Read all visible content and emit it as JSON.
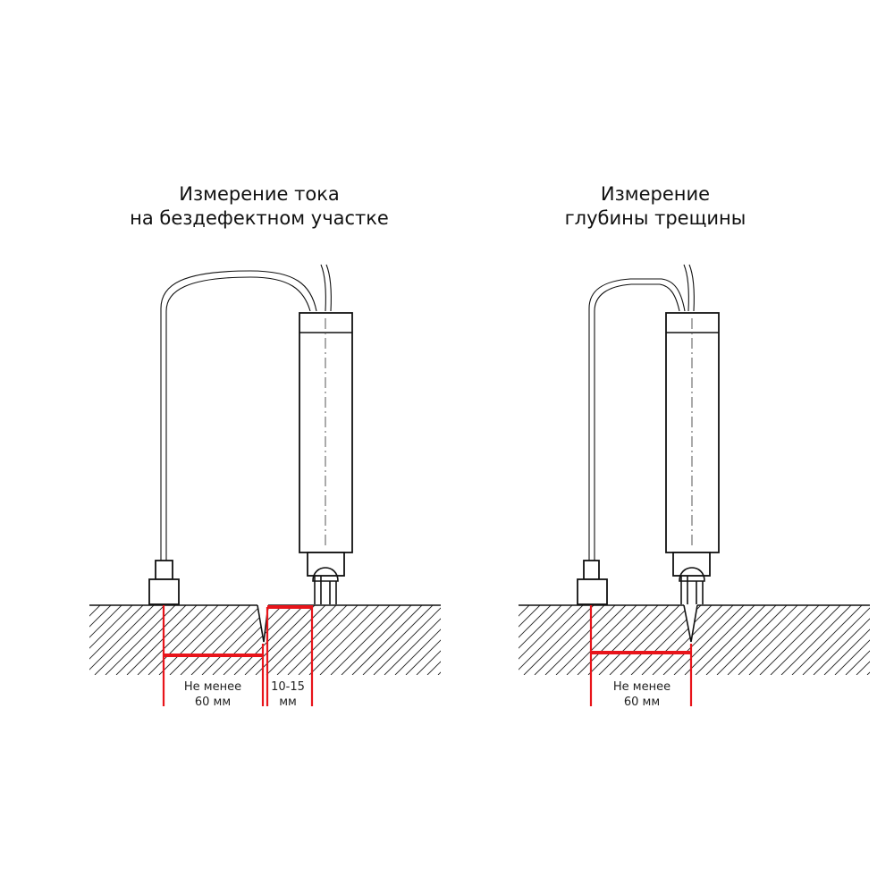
{
  "colors": {
    "ink": "#111111",
    "dimension": "#e8141a"
  },
  "left_panel": {
    "title_line1": "Измерение тока",
    "title_line2": "на бездефектном участке",
    "dim_main_line1": "Не менее",
    "dim_main_line2": "60 мм",
    "dim_offset_line1": "10-15",
    "dim_offset_line2": "мм"
  },
  "right_panel": {
    "title_line1": "Измерение",
    "title_line2": "глубины трещины",
    "dim_main_line1": "Не менее",
    "dim_main_line2": "60 мм"
  }
}
